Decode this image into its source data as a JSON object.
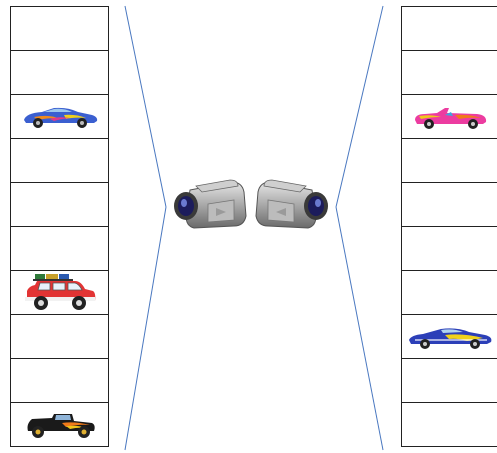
{
  "scene": {
    "left_lot": {
      "slots": [
        "empty",
        "empty",
        "race-car-blue",
        "empty",
        "empty",
        "empty",
        "suv-red-luggage",
        "empty",
        "empty",
        "hot-rod-black"
      ]
    },
    "right_lot": {
      "slots": [
        "empty",
        "empty",
        "convertible-pink",
        "empty",
        "empty",
        "empty",
        "empty",
        "race-car-blue-yellow",
        "empty",
        "empty"
      ]
    },
    "cameras": [
      "camcorder-left-icon",
      "camcorder-right-icon"
    ],
    "colors": {
      "line": "#4a78c0",
      "grid": "#222222"
    }
  }
}
